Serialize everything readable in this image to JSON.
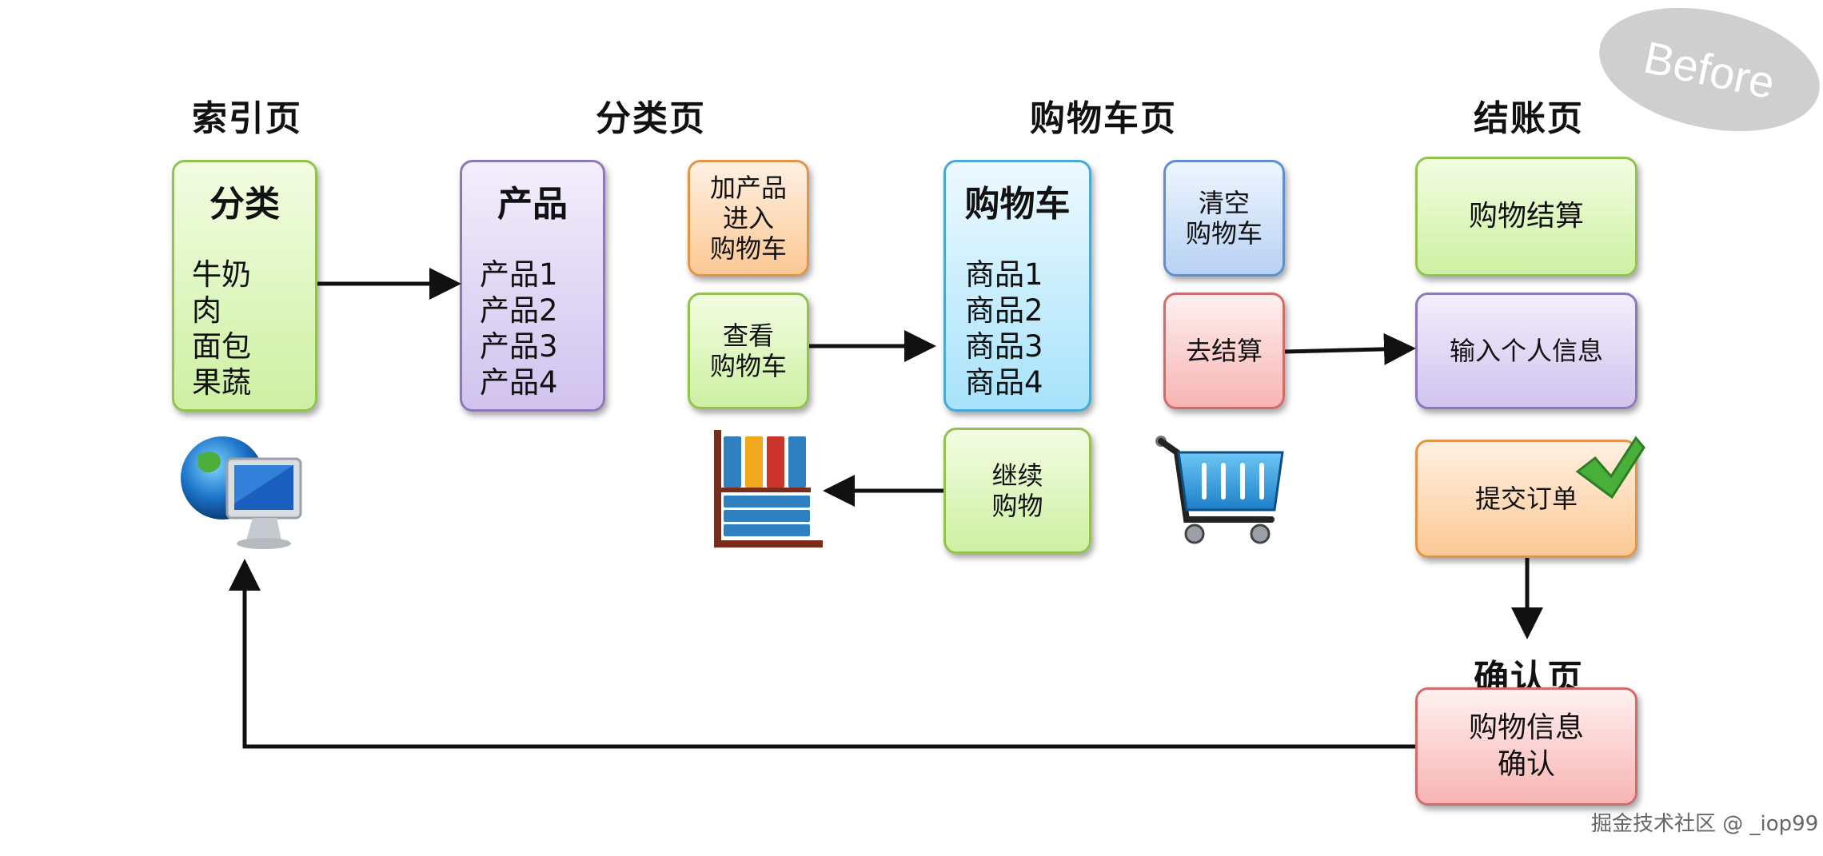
{
  "before_label": "Before",
  "sections": {
    "index": "索引页",
    "category": "分类页",
    "cart": "购物车页",
    "checkout": "结账页",
    "confirm": "确认页"
  },
  "category_box": {
    "title": "分类",
    "items": [
      "牛奶",
      "肉",
      "面包",
      "果蔬"
    ]
  },
  "product_box": {
    "title": "产品",
    "items": [
      "产品1",
      "产品2",
      "产品3",
      "产品4"
    ]
  },
  "add_to_cart": [
    "加产品",
    "进入",
    "购物车"
  ],
  "view_cart": [
    "查看",
    "购物车"
  ],
  "cart_box": {
    "title": "购物车",
    "items": [
      "商品1",
      "商品2",
      "商品3",
      "商品4"
    ]
  },
  "continue_shopping": [
    "继续",
    "购物"
  ],
  "clear_cart": [
    "清空",
    "购物车"
  ],
  "go_checkout": "去结算",
  "checkout_steps": {
    "settle": "购物结算",
    "enter_info": "输入个人信息",
    "submit_order": "提交订单"
  },
  "confirm_box": [
    "购物信息",
    "确认"
  ],
  "watermark": "掘金技术社区 @ _iop99",
  "icons": [
    "globe-computer-icon",
    "bookshelf-icon",
    "shopping-cart-icon",
    "checkmark-icon"
  ],
  "colors": {
    "green": "#cdf0a2",
    "purple": "#d0c3ee",
    "orange": "#fbc893",
    "blue": "#a7e3fb",
    "red": "#f8b4b4",
    "arrow": "#111111"
  }
}
